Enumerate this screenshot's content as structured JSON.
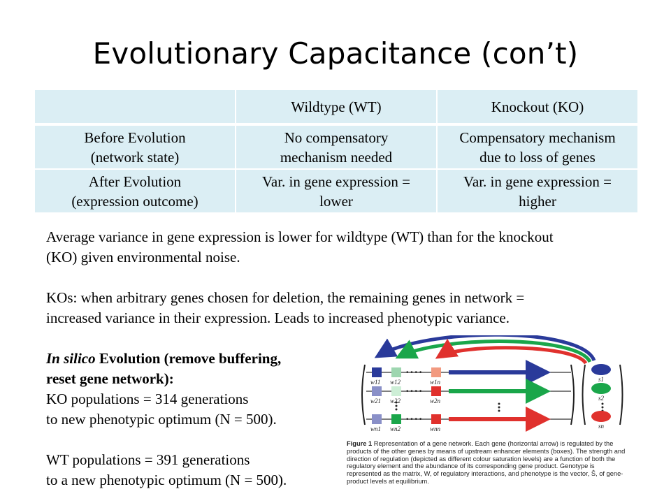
{
  "title": "Evolutionary Capacitance (con’t)",
  "table": {
    "headers": [
      "",
      "Wildtype (WT)",
      "Knockout (KO)"
    ],
    "rows": [
      {
        "label_1": "Before Evolution",
        "label_2": "(network state)",
        "wt_1": "No compensatory",
        "wt_2": "mechanism needed",
        "ko_1": "Compensatory mechanism",
        "ko_2": "due to loss of genes"
      },
      {
        "label_1": "After Evolution",
        "label_2": "(expression outcome)",
        "wt_1": "Var. in gene expression =",
        "wt_2": "lower",
        "ko_1": "Var. in gene expression =",
        "ko_2": "higher"
      }
    ]
  },
  "para1": [
    "Average variance in gene expression is lower for wildtype (WT) than for the knockout",
    "(KO) given environmental noise."
  ],
  "para2": [
    "KOs: when arbitrary genes chosen for deletion, the remaining genes in network =",
    "increased variance in their expression. Leads to increased phenotypic variance."
  ],
  "silico": {
    "italic": "In silico",
    "bold_rest": " Evolution (remove buffering,",
    "bold_line2": "reset gene network):",
    "ko_1": "KO populations = 314 generations",
    "ko_2": "to new phenotypic optimum (N = 500).",
    "wt_1": "WT populations = 391 generations",
    "wt_2": "to a new phenotypic optimum (N = 500)."
  },
  "figure": {
    "labels": {
      "w11": "w11",
      "w12": "w12",
      "w1n": "w1n",
      "w21": "w21",
      "w22": "w22",
      "w2n": "w2n",
      "wn1": "wn1",
      "wn2": "wn2",
      "wnn": "wnn",
      "s1": "s1",
      "s2": "s2",
      "sn": "sn"
    },
    "colors": {
      "blue": "#2a3a9a",
      "green": "#1aa64a",
      "red": "#e0312d"
    },
    "caption_label": "Figure 1",
    "caption": " Representation of a gene network. Each gene (horizontal arrow) is regulated by the products of the other genes by means of upstream enhancer elements (boxes). The strength and direction of regulation (depicted as different colour saturation levels) are a function of both the regulatory element and the abundance of its corresponding gene product. Genotype is represented as the matrix, W, of regulatory interactions, and phenotype is the vector, Ŝ, of gene-product levels at equilibrium."
  }
}
